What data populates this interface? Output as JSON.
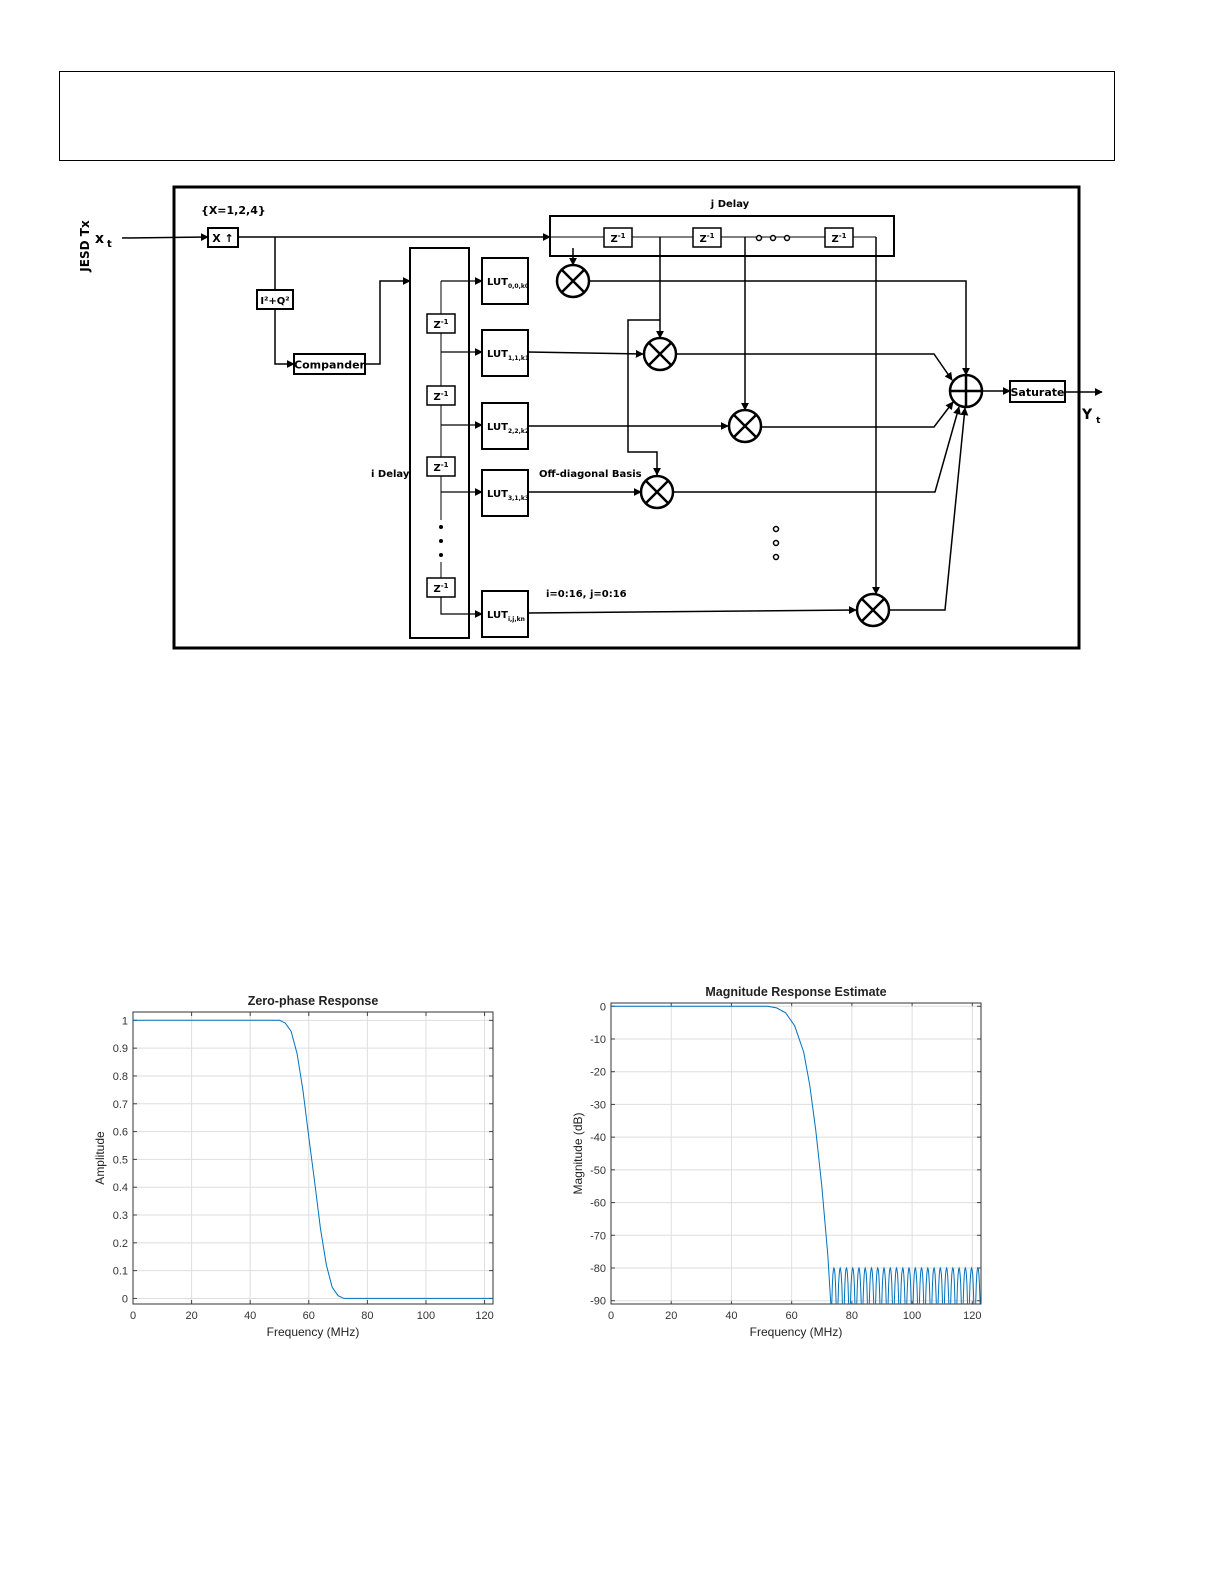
{
  "diagram": {
    "input_side_label": "JESD Tx",
    "input_x": "x",
    "input_x_sub": "t",
    "rate_set": "{X=1,2,4}",
    "upsample_label": "X ↑",
    "power_block": "I²+Q²",
    "compander": "Compander",
    "i_delay": "i Delay",
    "j_delay": "j Delay",
    "delay_base": "Z",
    "delay_exp": "-1",
    "lut_base": "LUT",
    "luts": [
      {
        "sub": "0,0,k0"
      },
      {
        "sub": "1,1,k1"
      },
      {
        "sub": "2,2,k2"
      },
      {
        "sub": "3,1,k3"
      },
      {
        "sub": "i,j,kn"
      }
    ],
    "off_diagonal": "Off-diagonal Basis",
    "index_range": "i=0:16, j=0:16",
    "saturate": "Saturate",
    "output_y": "Y",
    "output_y_sub": "t"
  },
  "chart_data": [
    {
      "type": "line",
      "title": "Zero-phase Response",
      "xlabel": "Frequency (MHz)",
      "ylabel": "Amplitude",
      "xlim": [
        0,
        122.88
      ],
      "ylim": [
        -0.02,
        1.03
      ],
      "xticks": [
        0,
        20,
        40,
        60,
        80,
        100,
        120
      ],
      "yticks": [
        0,
        0.1,
        0.2,
        0.3,
        0.4,
        0.5,
        0.6,
        0.7,
        0.8,
        0.9,
        1
      ],
      "ytick_labels": [
        "0",
        "0.1",
        "0.2",
        "0.3",
        "0.4",
        "0.5",
        "0.6",
        "0.7",
        "0.8",
        "0.9",
        "1"
      ],
      "grid": true,
      "color": "#0072BD",
      "x": [
        0,
        50,
        52,
        54,
        56,
        58,
        60,
        61,
        62,
        64,
        66,
        68,
        70,
        72,
        74,
        122.88
      ],
      "values": [
        1,
        1,
        0.99,
        0.96,
        0.88,
        0.75,
        0.58,
        0.5,
        0.42,
        0.25,
        0.12,
        0.04,
        0.01,
        0,
        0,
        0
      ]
    },
    {
      "type": "line",
      "title": "Magnitude Response Estimate",
      "xlabel": "Frequency (MHz)",
      "ylabel": "Magnitude (dB)",
      "xlim": [
        0,
        122.88
      ],
      "ylim": [
        -91,
        1
      ],
      "xticks": [
        0,
        20,
        40,
        60,
        80,
        100,
        120
      ],
      "yticks": [
        0,
        -10,
        -20,
        -30,
        -40,
        -50,
        -60,
        -70,
        -80,
        -90
      ],
      "ytick_labels": [
        "0",
        "-10",
        "-20",
        "-30",
        "-40",
        "-50",
        "-60",
        "-70",
        "-80",
        "-90"
      ],
      "grid": true,
      "color": "#0072BD",
      "x": [
        0,
        52,
        55,
        58,
        61,
        64,
        66,
        68,
        70,
        72,
        73
      ],
      "values": [
        0,
        0,
        -0.5,
        -2,
        -6,
        -14,
        -24,
        -38,
        -55,
        -76,
        -91
      ],
      "stopband": {
        "from": 73,
        "to": 122.88,
        "peak": -80,
        "lobes": 24
      }
    }
  ]
}
